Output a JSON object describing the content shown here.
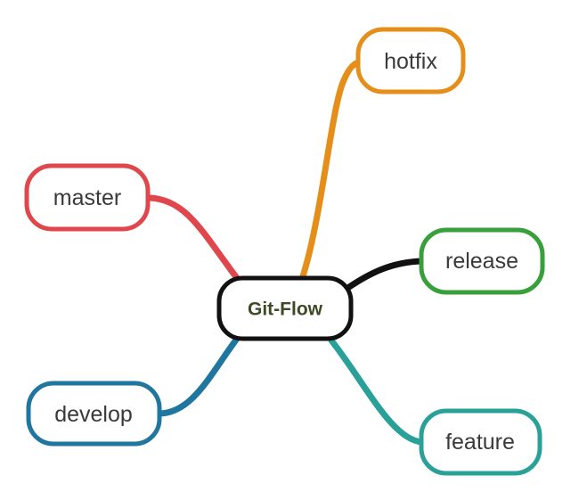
{
  "root": {
    "label": "Git-Flow",
    "color": "#111111",
    "label_color": "#3d4a25"
  },
  "branches": [
    {
      "id": "master",
      "label": "master",
      "color": "#e0474c"
    },
    {
      "id": "develop",
      "label": "develop",
      "color": "#1f77a0"
    },
    {
      "id": "hotfix",
      "label": "hotfix",
      "color": "#e58e1a"
    },
    {
      "id": "release",
      "label": "release",
      "color": "#37a03a"
    },
    {
      "id": "feature",
      "label": "feature",
      "color": "#2aa198"
    },
    {
      "id": "release-link",
      "label": "",
      "color": "#111111"
    }
  ]
}
